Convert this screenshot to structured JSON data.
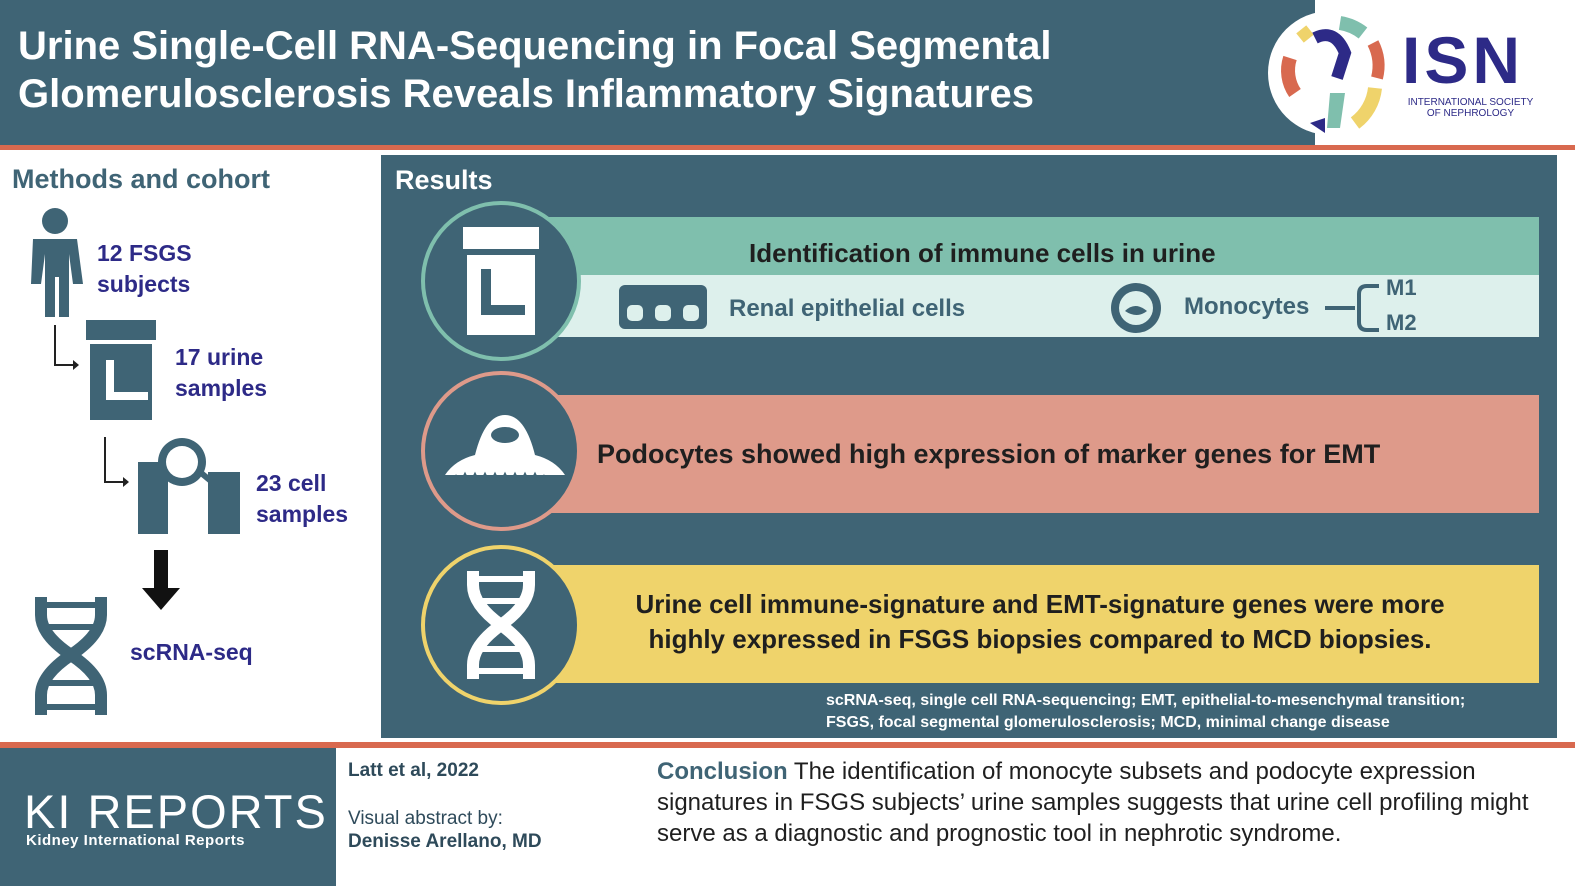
{
  "header": {
    "title_line1": "Urine Single-Cell RNA-Sequencing in Focal Segmental",
    "title_line2": "Glomerulosclerosis Reveals Inflammatory Signatures",
    "logo": {
      "acronym": "ISN",
      "name_line1": "INTERNATIONAL SOCIETY",
      "name_line2": "OF NEPHROLOGY"
    }
  },
  "methods": {
    "heading": "Methods and cohort",
    "steps": [
      {
        "line1": "12 FSGS",
        "line2": "subjects",
        "icon": "person-icon"
      },
      {
        "line1": "17 urine",
        "line2": "samples",
        "icon": "urine-cup-icon"
      },
      {
        "line1": "23 cell",
        "line2": "samples",
        "icon": "lab-hands-icon"
      },
      {
        "line1": "scRNA-seq",
        "icon": "dna-icon"
      }
    ]
  },
  "results": {
    "heading": "Results",
    "finding1": {
      "title": "Identification of immune cells in urine",
      "cell1": "Renal epithelial cells",
      "cell2": "Monocytes",
      "subsets": [
        "M1",
        "M2"
      ]
    },
    "finding2": "Podocytes showed high expression of marker genes for EMT",
    "finding3_line1": "Urine cell immune-signature and EMT-signature genes were more",
    "finding3_line2": "highly expressed in FSGS biopsies compared to MCD biopsies.",
    "footnote_line1": "scRNA-seq, single cell RNA-sequencing; EMT, epithelial-to-mesenchymal transition;",
    "footnote_line2": "FSGS, focal segmental glomerulosclerosis; MCD, minimal change disease"
  },
  "footer": {
    "journal": "KI REPORTS",
    "journal_sub": "Kidney International Reports",
    "citation": "Latt et al, 2022",
    "credit_label": "Visual abstract by:",
    "credit_name": "Denisse Arellano, MD",
    "conclusion_label": "Conclusion",
    "conclusion_text": "The identification of monocyte subsets and podocyte expression signatures in FSGS subjects’ urine samples suggests that urine cell profiling might serve as a diagnostic and prognostic tool in nephrotic syndrome."
  },
  "colors": {
    "teal": "#3f6475",
    "orange": "#d8694f",
    "mint": "#7fbfad",
    "mint_light": "#ddf0ec",
    "salmon": "#de9a8a",
    "yellow": "#efd36b",
    "purple": "#2d2a87"
  }
}
